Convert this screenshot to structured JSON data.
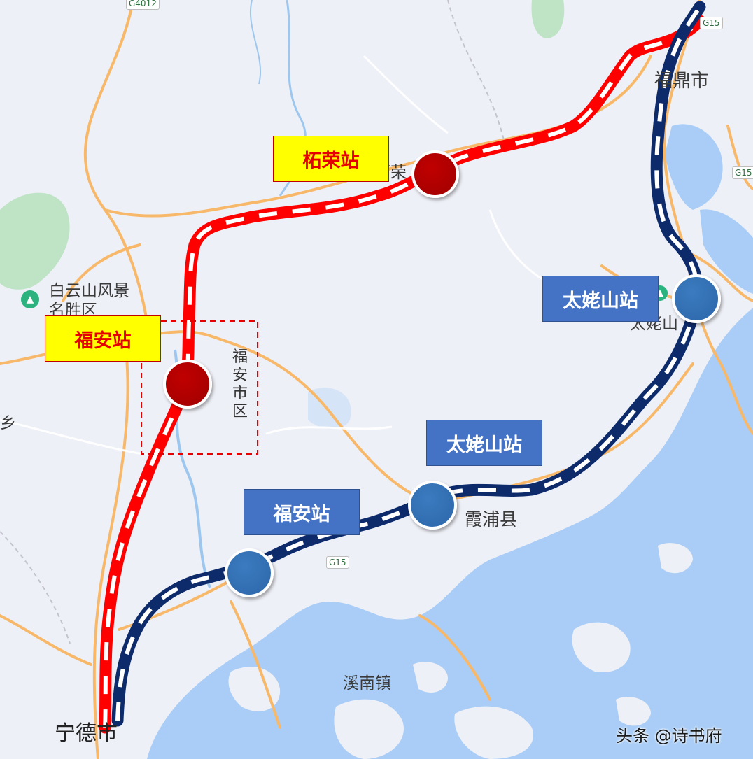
{
  "map": {
    "colors": {
      "land": "#eef0f7",
      "water": "#a9cdf6",
      "park": "#bfe3c5",
      "highway": "#f7b86a",
      "red_line": "#ff0000",
      "blue_line": "#0d2b6b",
      "red_station": "#b00000",
      "blue_station": "#2e6db4",
      "yellow_callout": "#ffff00",
      "blue_callout": "#4472c4"
    },
    "place_labels": {
      "ningde": "宁德市",
      "fuding": "福鼎市",
      "xiapu": "霞浦县",
      "xinan": "溪南镇",
      "taimushan": "太姥山",
      "zherong": "柘荣",
      "baiyunshan_line1": "白云山风景",
      "baiyunshan_line2": "名胜区",
      "xiang": "乡"
    },
    "district_label": [
      "福",
      "安",
      "市",
      "区"
    ],
    "road_shields": {
      "g4012": "G4012",
      "g15_top": "G15",
      "g15_right": "G15",
      "g15_mid": "G15"
    },
    "icons": {
      "poi_baiyun": "scenic-tree-icon",
      "poi_taimu": "scenic-tree-icon"
    }
  },
  "red_route": {
    "line_name": "",
    "stations": [
      {
        "id": "zherong",
        "label": "柘荣站"
      },
      {
        "id": "fuan",
        "label": "福安站"
      }
    ]
  },
  "blue_route": {
    "line_name": "",
    "stations": [
      {
        "id": "taimushan_north",
        "label": "太姥山站"
      },
      {
        "id": "taimushan_south",
        "label": "太姥山站"
      },
      {
        "id": "fuan",
        "label": "福安站"
      }
    ]
  },
  "watermark": "头条 @诗书府"
}
